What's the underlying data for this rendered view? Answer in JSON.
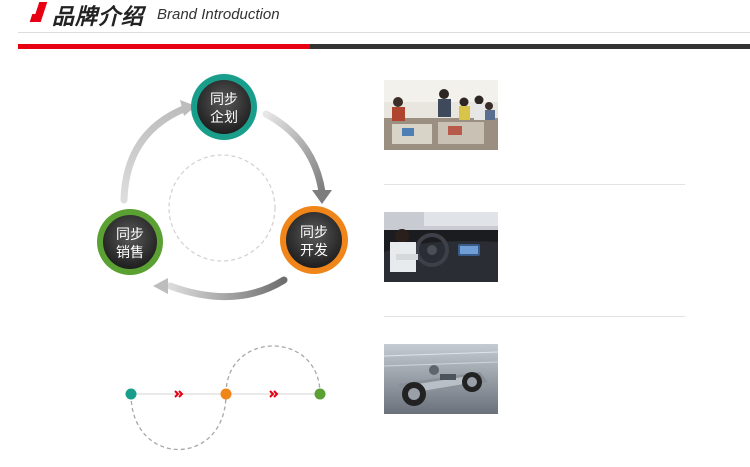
{
  "header": {
    "title_cn": "品牌介绍",
    "title_en": "Brand Introduction"
  },
  "cycle": {
    "nodes": [
      {
        "line1": "同步",
        "line2": "企划",
        "color": "#1a9e8c"
      },
      {
        "line1": "同步",
        "line2": "开发",
        "color": "#f08519"
      },
      {
        "line1": "同步",
        "line2": "销售",
        "color": "#5aa032"
      }
    ]
  },
  "timeline": {
    "dot_colors": [
      "#1a9e8c",
      "#f08519",
      "#5aa032"
    ],
    "chevron_color": "#e60012"
  },
  "photos": [
    {
      "icon": "design-team-photo"
    },
    {
      "icon": "car-interior-photo"
    },
    {
      "icon": "car-chassis-photo"
    }
  ]
}
